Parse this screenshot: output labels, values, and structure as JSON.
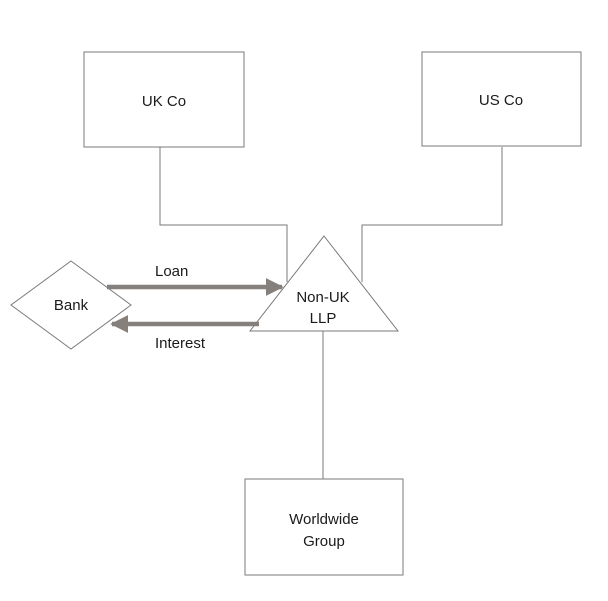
{
  "nodes": {
    "uk_co": {
      "label": "UK Co"
    },
    "us_co": {
      "label": "US Co"
    },
    "bank": {
      "label": "Bank"
    },
    "llp": {
      "label_line1": "Non-UK",
      "label_line2": "LLP"
    },
    "worldwide": {
      "label_line1": "Worldwide",
      "label_line2": "Group"
    }
  },
  "edges": {
    "loan": {
      "label": "Loan"
    },
    "interest": {
      "label": "Interest"
    }
  },
  "colors": {
    "stroke": "#7a7a7a",
    "arrow": "#85807c",
    "text": "#1a1a1a"
  }
}
